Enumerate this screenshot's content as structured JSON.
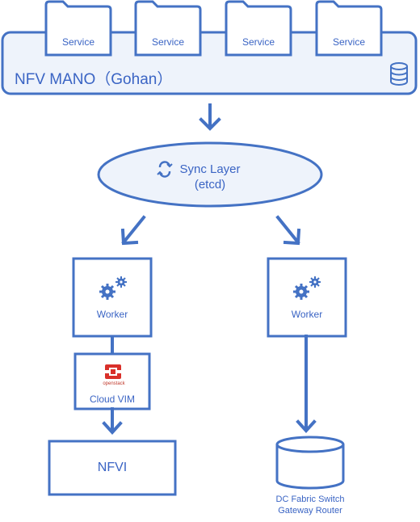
{
  "services": [
    "Service",
    "Service",
    "Service",
    "Service"
  ],
  "mano": {
    "title": "NFV MANO（Gohan）"
  },
  "sync_layer": {
    "line1": "Sync Layer",
    "line2": "(etcd)"
  },
  "workers": [
    "Worker",
    "Worker"
  ],
  "cloud_vim": {
    "label": "Cloud VIM",
    "logo_text": "openstack"
  },
  "nfvi": {
    "label": "NFVI"
  },
  "dc": {
    "line1": "DC Fabric Switch",
    "line2": "Gateway Router"
  },
  "colors": {
    "stroke": "#4472c4",
    "fill_light": "#eef3fb",
    "text": "#3a64c4",
    "openstack_red": "#d9302a"
  },
  "icons": [
    "database-icon",
    "sync-icon",
    "gears-icon",
    "openstack-logo-icon",
    "down-arrow-icon"
  ]
}
